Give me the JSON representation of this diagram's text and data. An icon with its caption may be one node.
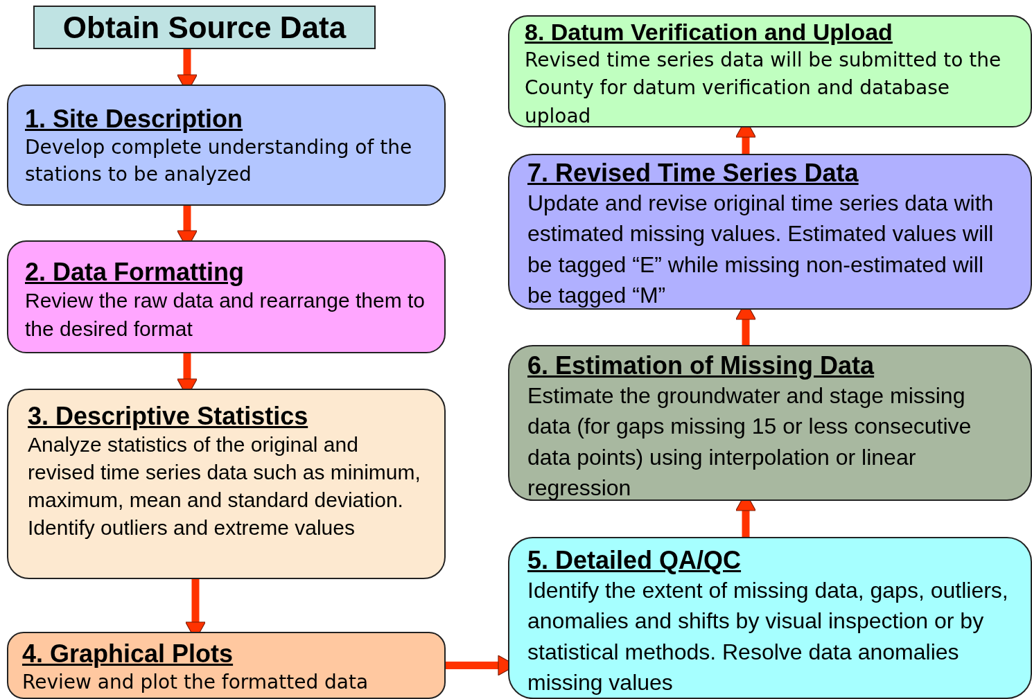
{
  "diagram": {
    "nodes": [
      {
        "text": [
          "Obtain Source Data"
        ]
      },
      {
        "text": [
          "1. Site Description",
          "Develop complete understanding of the stations to be analyzed"
        ]
      },
      {
        "text": [
          "2. Data Formatting",
          "Review the raw data and rearrange them to the desired format"
        ]
      },
      {
        "text": [
          "3. Descriptive Statistics",
          "Analyze statistics of the original and revised time series data such as minimum, maximum, mean and standard deviation.",
          "Identify outliers and extreme values"
        ]
      },
      {
        "text": [
          "4. Graphical Plots",
          "Review and plot the formatted data"
        ]
      },
      {
        "text": [
          "5. Detailed QA/QC",
          "Identify the extent of missing data, gaps, outliers, anomalies and shifts by visual inspection or by statistical methods. Resolve data anomalies missing values"
        ]
      },
      {
        "text": [
          "6. Estimation of Missing Data",
          "Estimate the groundwater and stage missing data (for gaps missing 15 or less consecutive data points) using interpolation or linear regression"
        ]
      },
      {
        "text": [
          "7. Revised Time Series Data",
          "Update and revise original time series data with estimated missing values. Estimated values will be tagged “E” while missing non-estimated will be tagged “M”"
        ]
      },
      {
        "text": [
          "8. Datum Verification and Upload",
          "Revised time series data will be submitted to the County for datum verification and database upload"
        ]
      }
    ],
    "edges": [
      {
        "from": 0,
        "to": 1,
        "arrow": "to"
      },
      {
        "from": 1,
        "to": 2,
        "arrow": "to"
      },
      {
        "from": 2,
        "to": 3,
        "arrow": "to"
      },
      {
        "from": 3,
        "to": 4,
        "arrow": "to"
      },
      {
        "from": 4,
        "to": 5,
        "arrow": "to"
      },
      {
        "from": 5,
        "to": 6,
        "arrow": "to"
      },
      {
        "from": 6,
        "to": 7,
        "arrow": "to"
      },
      {
        "from": 7,
        "to": 8,
        "arrow": "to"
      }
    ]
  }
}
